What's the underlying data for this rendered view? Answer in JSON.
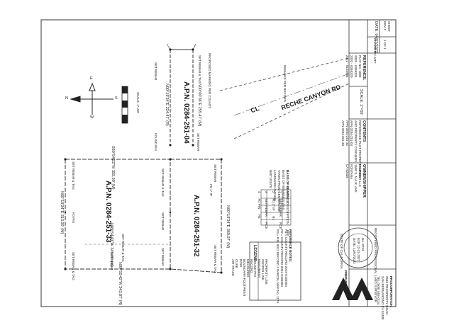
{
  "road": {
    "name": "RECHE CANYON RD",
    "centerline": "CL"
  },
  "parcels": {
    "upper": "A.P.N. 0284-251-04",
    "left": "A.P.N. 0284-251-33",
    "right": "A.P.N. 0284-251-32"
  },
  "north_arrow": {
    "n": "N",
    "e": "E",
    "s": "S",
    "w": "W"
  },
  "scale_bar": {
    "label": "SCALE: 1\"=50'"
  },
  "bearings": {
    "upper_left": "N00°19'34\"E 224.47' (R)",
    "upper_right": "N00°00'36\"E 255.47' (M)",
    "left_top": "S89°54'22\"W 355.00' (M)",
    "left_side": "N00°19'34\"E 313.00' (M)",
    "right_side": "N00°19'34\"E 369.07' (M)",
    "bottom": "N89°55'42\"W 343.87' (R)",
    "mid": "N89°54'43\"W 349.00' (M)"
  },
  "basis_of_bearings": {
    "title": "BASIS OF BEARINGS:",
    "lines": [
      "BASIS OF BEARINGS WAS",
      "TAKEN FROM CENTERLINE",
      "LANDMARK AVENUE",
      "N00°19'34\"E"
    ]
  },
  "monument_table": {
    "headers": [
      "NO.",
      "DESCRIPTION",
      "REF"
    ],
    "rows": [
      [
        "1",
        "SET REBAR",
        "RCE"
      ],
      [
        "2",
        "FD 1\" IP",
        "R1"
      ],
      [
        "3",
        "SET REBAR",
        "RCE"
      ],
      [
        "4",
        "FD PIN",
        "R1"
      ]
    ]
  },
  "reference_notes": {
    "title": "REFERENCE NOTES:",
    "lines": [
      "R1 = COUNTY RECORD 2019-0184964",
      "R2 = COUNTY RECORD 2021-0184984",
      "R3 = P.M. 9011 RECORD 3 PARCEL MAP No. 1179"
    ]
  },
  "legend": {
    "title": "LEGEND",
    "rows": [
      "PROPERTY LINE",
      "CENTER LINE",
      "MONUMENT",
      "FOUND PIN",
      "RECORD",
      "MEASURED",
      "BOUNDARY FOOTPRINT",
      "ROW",
      "CURB",
      "AIR TRACE"
    ]
  },
  "monument_labels": [
    "SET REBAR",
    "SET REBAR & TAG",
    "FOUND PIN",
    "SET REBAR",
    "SET REBAR & TAG",
    "SET REBAR & TAG",
    "SET REBAR",
    "FD PIN",
    "SET REBAR",
    "FD 1\" IP",
    "SET REBAR & TAG",
    "SET REBAR",
    "SET REBAR & TAG",
    "SET REBAR",
    "SET REBAR & TAG"
  ],
  "road_note": "PROPOSED MARKING PER COUNTY",
  "road_note2": "REMAINS PER RECORD",
  "owner_block": {
    "title": "OWNER/SHIPPER:",
    "lines": [
      "MIMPINER LLC",
      "1580 S. N.A.R. AVE",
      "FONTANA",
      "CA 92335"
    ]
  },
  "contents_block": {
    "title": "CONTENTS",
    "lines": [
      "REFERENCE PLOT PROPERTY LINES",
      "AND PROPERTY CORNERS",
      "",
      "APN 0284-251-04",
      "APN 0284-251-32",
      "APN 0284-251-33"
    ]
  },
  "refs_block": {
    "title": "REFERENCE:",
    "lines": [
      "PLAT NO. 1080",
      "2020 - 0358324",
      "2020 - 0358320",
      "2021 - 0184984"
    ]
  },
  "scale_block": {
    "label": "SCALE: 1\"=50'"
  },
  "title_block": {
    "date": "DATE: 04/07/2022",
    "rev": "REV 1",
    "sheet": "SHEET",
    "sheet_no": "1 OF 1",
    "drawn": "DRAWN BY: MTF"
  },
  "prepared": {
    "label": "PREPARED BY:",
    "company": "PROCORPORATION",
    "addr": [
      "2545 PROSPERITY ROAD",
      "SAN BERNARDINO CA 92408",
      "TEL (909) 555-0134"
    ]
  },
  "stamp": {
    "ring": "REGISTERED PROFESSIONAL LAND SURVEYOR",
    "lines": [
      "No. 8734",
      "EXP 12-31-2022",
      "DATE: 12/07/2022"
    ],
    "state": "STATE OF CALIFORNIA"
  },
  "colors": {
    "ink": "#222222",
    "paper": "#ffffff"
  }
}
